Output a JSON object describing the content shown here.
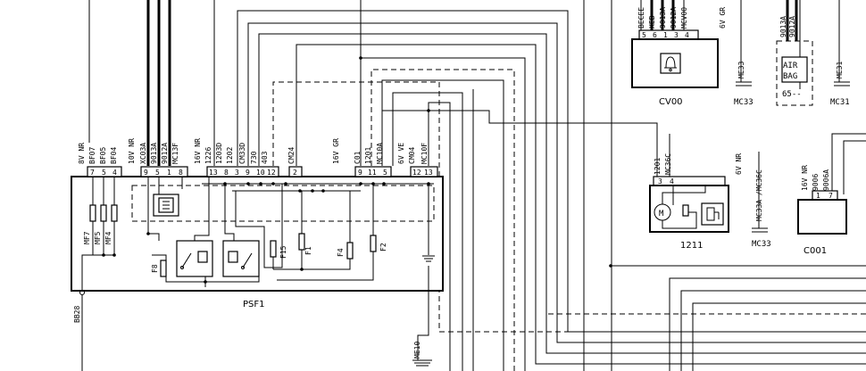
{
  "psf1": {
    "name": "PSF1",
    "wire_labels": [
      "8V NR",
      "BF07",
      "BF05",
      "BF04",
      "10V NR",
      "XC03A",
      "9013A",
      "9012A",
      "MC13F",
      "16V NR",
      "1226",
      "1203D",
      "1202",
      "CM33D",
      "730",
      "403",
      "CM24",
      "16V GR",
      "C01",
      "1201",
      "MC10A",
      "6V VE",
      "CM04",
      "MC10F"
    ],
    "pins": [
      "7",
      "5",
      "4",
      "9",
      "5",
      "1",
      "8",
      "13",
      "8",
      "3",
      "9",
      "10",
      "12",
      "2",
      "9",
      "11",
      "5",
      "12",
      "13"
    ],
    "fuses": [
      "MF7",
      "MF5",
      "MF4",
      "F8",
      "F15",
      "F1",
      "F4",
      "F2"
    ]
  },
  "connectors": {
    "bb28": "BB28",
    "me10": "ME10"
  },
  "cv00": {
    "name": "CV00",
    "wire_labels": [
      "BECEE",
      "XEB",
      "9013A",
      "9012A",
      "MCV00"
    ],
    "gauge": "6V GR",
    "pins": [
      "5",
      "6",
      "1",
      "3",
      "4"
    ]
  },
  "me33": {
    "ground": "ME33",
    "label": "MC33"
  },
  "airbag": {
    "text_top": "AIR",
    "text_bottom": "BAG",
    "wire_labels": [
      "9013A",
      "9012A"
    ],
    "code": "65--"
  },
  "me31": {
    "ground": "ME31",
    "label": "MC31"
  },
  "pump": {
    "name": "1211",
    "wire_labels": [
      "1201",
      "MC36C"
    ],
    "gauge": "6V NR",
    "pins": [
      "3",
      "4"
    ],
    "ground_wire": "MC33A /MC36C",
    "ground": "MC33"
  },
  "c001": {
    "name": "C001",
    "gauge": "16V NR",
    "wire_labels": [
      "9006",
      "9006A"
    ],
    "pins": [
      "1",
      "7"
    ]
  }
}
